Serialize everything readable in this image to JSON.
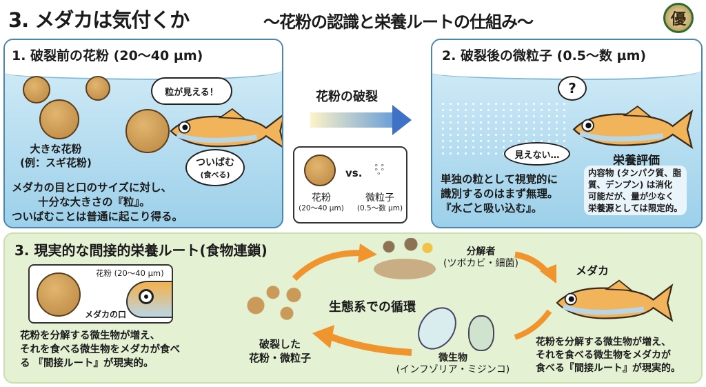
{
  "header": {
    "title": "3. メダカは気付くか",
    "subtitle": "〜花粉の認識と栄養ルートの仕組み〜",
    "logo_text": "優"
  },
  "panel1": {
    "title": "1. 破裂前の花粉 (20〜40 µm)",
    "bubble_top": "粒が見える！",
    "bubble_bottom": [
      "ついばむ",
      "(食べる)"
    ],
    "pollen_label": [
      "大きな花粉",
      "(例：スギ花粉)"
    ],
    "body": [
      "メダカの目と口のサイズに対し、",
      "十分な大きさの『粒』。",
      "ついばむことは普通に起こり得る。"
    ]
  },
  "middle": {
    "arrow_label": "花粉の破裂",
    "compare": {
      "vs": "vs.",
      "left_name": "花粉",
      "left_size": "(20〜40 µm)",
      "right_name": "微粒子",
      "right_size": "(0.5〜数 µm)"
    }
  },
  "panel2": {
    "title": "2. 破裂後の微粒子 (0.5〜数 µm)",
    "bubble_q": "?",
    "bubble_text": "見えない…",
    "body": [
      "単独の粒として視覚的に",
      "識別するのはまず無理。",
      "『水ごと吸い込む』。"
    ],
    "nutrition_title": "栄養評価",
    "nutrition_body": [
      "内容物 (タンパク質、脂",
      "質、デンプン) は消化",
      "可能だが、量が少なく",
      "栄養源としては限定的。"
    ]
  },
  "panel3": {
    "title": "3. 現実的な間接的栄養ルート(食物連鎖)",
    "inset_pollen_label": "花粉 (20〜40 µm)",
    "inset_mouth_label": "メダカの口",
    "left_body": [
      "花粉を分解する微生物が増え、",
      "それを食べる微生物をメダカが食べ",
      "る 『間接ルート』が現実的。"
    ],
    "cycle_center": "生態系での循環",
    "decomposer": [
      "分解者",
      "(ツボカビ・細菌)"
    ],
    "medaka": "メダカ",
    "microbes": [
      "微生物",
      "(インフゾリア・ミジンコ)"
    ],
    "broken": [
      "破裂した",
      "花粉・微粒子"
    ],
    "right_body": [
      "花粉を分解する微生物が増え、",
      "それを食べる微生物をメダカが",
      "食べる『間接ルート』が現実的。"
    ]
  },
  "colors": {
    "arrow": "#f0952e",
    "panel_border": "#4a86b0",
    "green_bg": "#e4f1d3"
  }
}
